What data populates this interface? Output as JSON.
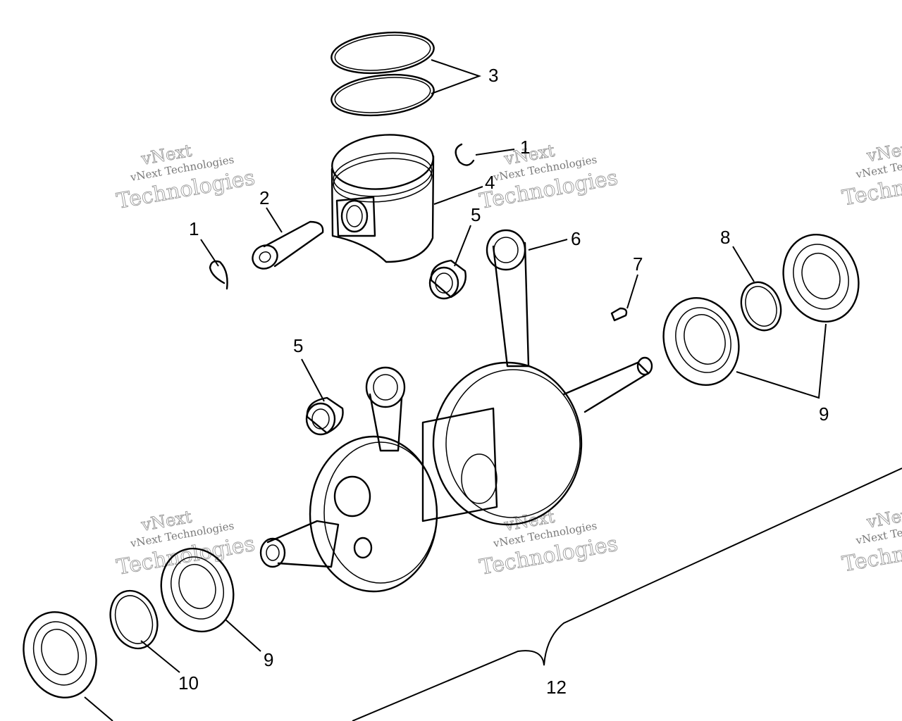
{
  "callouts": {
    "c1a": "1",
    "c1b": "1",
    "c2": "2",
    "c3": "3",
    "c4": "4",
    "c5a": "5",
    "c5b": "5",
    "c6": "6",
    "c7": "7",
    "c8": "8",
    "c9a": "9",
    "c9b": "9",
    "c10": "10",
    "c12": "12"
  },
  "watermark": {
    "brand": "vNext",
    "company": "vNext Technologies",
    "word": "Technologies"
  }
}
